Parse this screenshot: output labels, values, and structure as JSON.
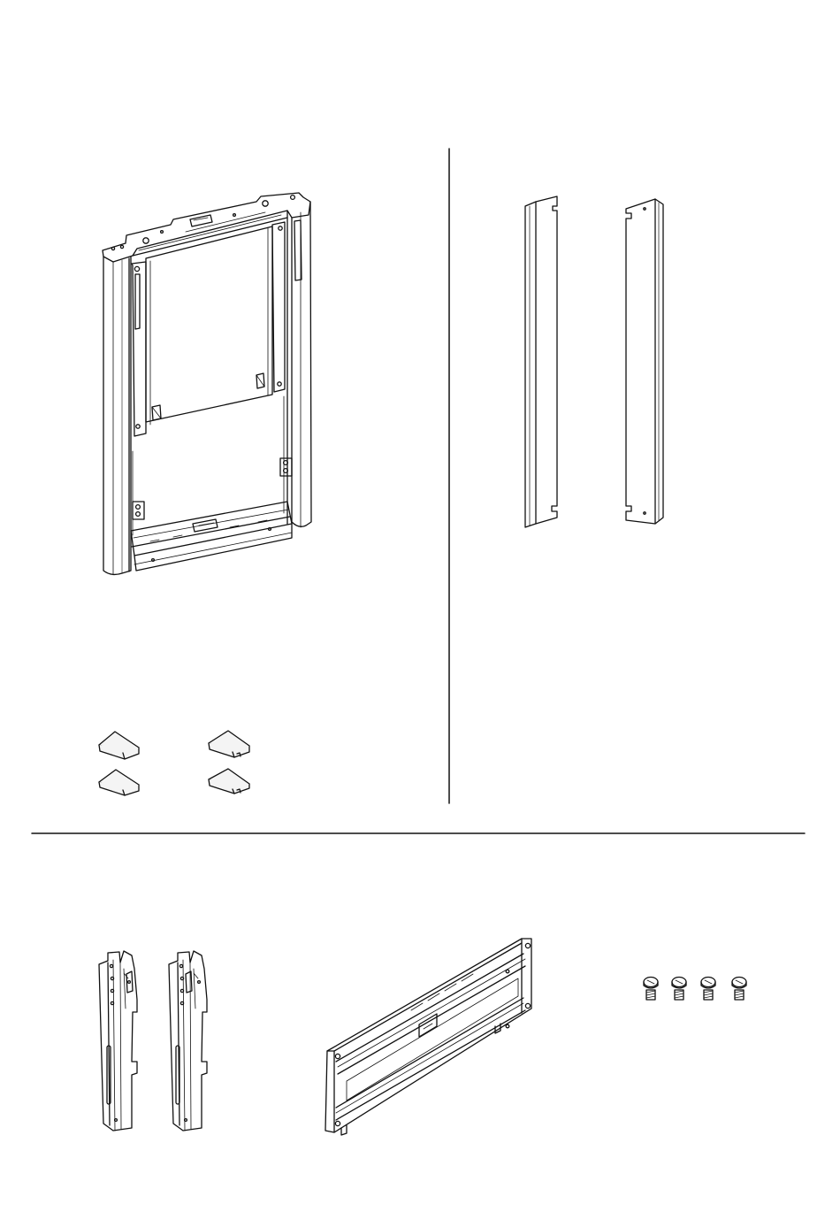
{
  "sheet": {
    "background": "#ffffff",
    "line_color": "#111111",
    "fill_light": "#f4f4f4"
  },
  "parts": {
    "wall_frame": {
      "icon": "wall-frame-drawing",
      "count": 1
    },
    "side_rails": {
      "icon": "side-rail-drawing",
      "count": 2
    },
    "wedge_pads": {
      "icon": "wedge-pad-drawing",
      "count": 4
    },
    "vertical_brackets": {
      "icon": "vertical-bracket-drawing",
      "count": 2
    },
    "crossbar_panel": {
      "icon": "crossbar-panel-drawing",
      "count": 1
    },
    "screws": {
      "icon": "screw-drawing",
      "count": 4
    }
  }
}
